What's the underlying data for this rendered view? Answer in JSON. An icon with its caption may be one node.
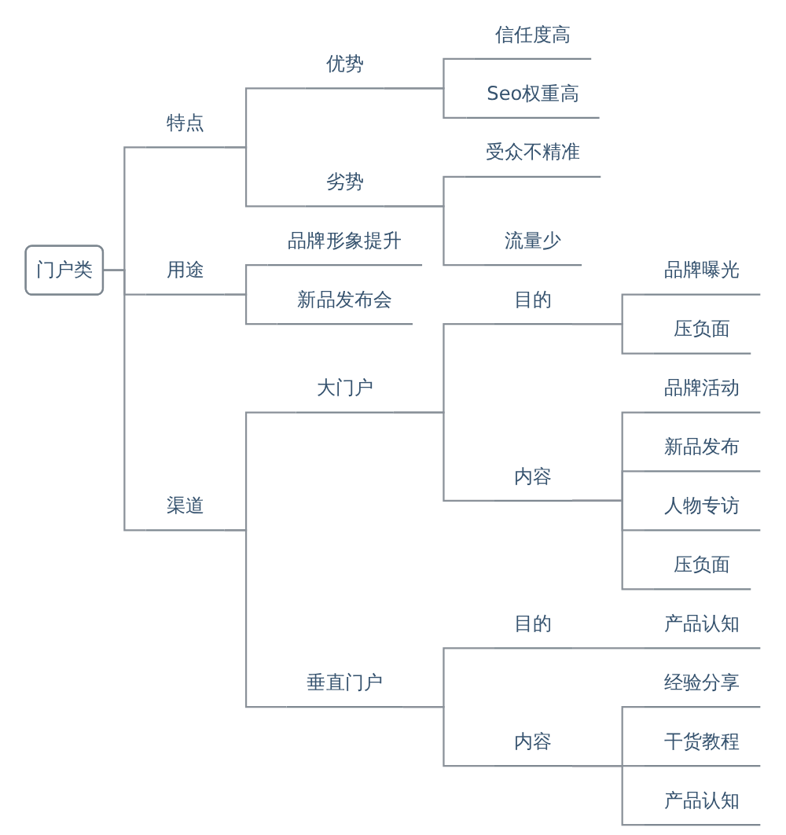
{
  "diagram": {
    "nodes": [
      {
        "text": [
          "门户类"
        ]
      },
      {
        "text": [
          "特点"
        ]
      },
      {
        "text": [
          "优势"
        ]
      },
      {
        "text": [
          "信任度高"
        ]
      },
      {
        "text": [
          "Seo权重高"
        ]
      },
      {
        "text": [
          "劣势"
        ]
      },
      {
        "text": [
          "受众不精准"
        ]
      },
      {
        "text": [
          "流量少"
        ]
      },
      {
        "text": [
          "用途"
        ]
      },
      {
        "text": [
          "品牌形象提升"
        ]
      },
      {
        "text": [
          "新品发布会"
        ]
      },
      {
        "text": [
          "渠道"
        ]
      },
      {
        "text": [
          "大门户"
        ]
      },
      {
        "text": [
          "目的"
        ]
      },
      {
        "text": [
          "品牌曝光"
        ]
      },
      {
        "text": [
          "压负面"
        ]
      },
      {
        "text": [
          "内容"
        ]
      },
      {
        "text": [
          "品牌活动"
        ]
      },
      {
        "text": [
          "新品发布"
        ]
      },
      {
        "text": [
          "人物专访"
        ]
      },
      {
        "text": [
          "压负面"
        ]
      },
      {
        "text": [
          "垂直门户"
        ]
      },
      {
        "text": [
          "目的"
        ]
      },
      {
        "text": [
          "产品认知"
        ]
      },
      {
        "text": [
          "内容"
        ]
      },
      {
        "text": [
          "经验分享"
        ]
      },
      {
        "text": [
          "干货教程"
        ]
      },
      {
        "text": [
          "产品认知"
        ]
      }
    ],
    "edges": [
      {
        "from": 0,
        "to": 1,
        "arrow": "none"
      },
      {
        "from": 1,
        "to": 2,
        "arrow": "none"
      },
      {
        "from": 2,
        "to": 3,
        "arrow": "none"
      },
      {
        "from": 2,
        "to": 4,
        "arrow": "none"
      },
      {
        "from": 1,
        "to": 5,
        "arrow": "none"
      },
      {
        "from": 5,
        "to": 6,
        "arrow": "none"
      },
      {
        "from": 5,
        "to": 7,
        "arrow": "none"
      },
      {
        "from": 0,
        "to": 8,
        "arrow": "none"
      },
      {
        "from": 8,
        "to": 9,
        "arrow": "none"
      },
      {
        "from": 8,
        "to": 10,
        "arrow": "none"
      },
      {
        "from": 0,
        "to": 11,
        "arrow": "none"
      },
      {
        "from": 11,
        "to": 12,
        "arrow": "none"
      },
      {
        "from": 12,
        "to": 13,
        "arrow": "none"
      },
      {
        "from": 13,
        "to": 14,
        "arrow": "none"
      },
      {
        "from": 13,
        "to": 15,
        "arrow": "none"
      },
      {
        "from": 12,
        "to": 16,
        "arrow": "none"
      },
      {
        "from": 16,
        "to": 17,
        "arrow": "none"
      },
      {
        "from": 16,
        "to": 18,
        "arrow": "none"
      },
      {
        "from": 16,
        "to": 19,
        "arrow": "none"
      },
      {
        "from": 16,
        "to": 20,
        "arrow": "none"
      },
      {
        "from": 11,
        "to": 21,
        "arrow": "none"
      },
      {
        "from": 21,
        "to": 22,
        "arrow": "none"
      },
      {
        "from": 22,
        "to": 23,
        "arrow": "none"
      },
      {
        "from": 21,
        "to": 24,
        "arrow": "none"
      },
      {
        "from": 24,
        "to": 25,
        "arrow": "none"
      },
      {
        "from": 24,
        "to": 26,
        "arrow": "none"
      },
      {
        "from": 24,
        "to": 27,
        "arrow": "none"
      }
    ]
  }
}
